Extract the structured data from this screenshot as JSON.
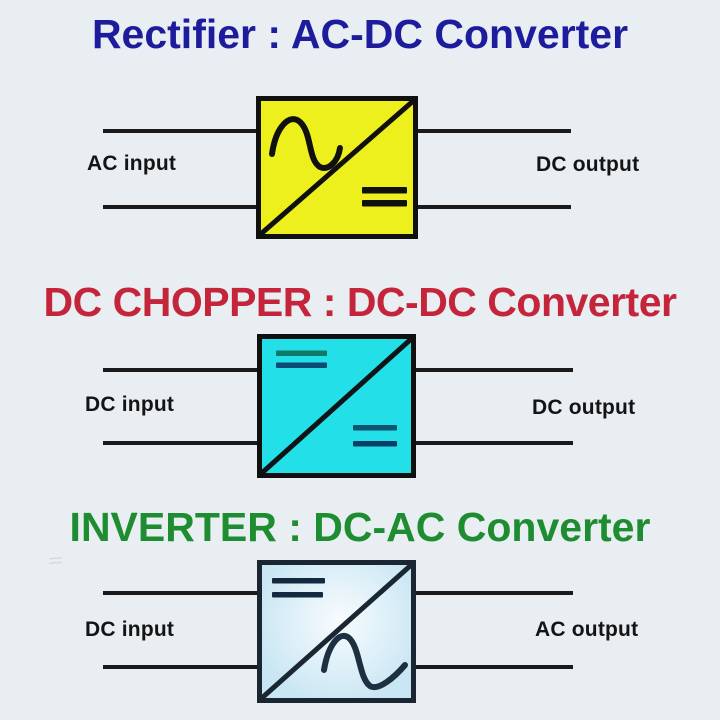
{
  "page": {
    "background": "#e9eef2",
    "wire_color": "#1a1a1a",
    "label_color": "#141414"
  },
  "sections": [
    {
      "name": "rectifier",
      "title": "Rectifier : AC-DC Converter",
      "title_color": "#1c1c9c",
      "input_label": "AC input",
      "output_label": "DC output",
      "box": {
        "fill": "#eef01e",
        "border_color": "#101010",
        "diagonal_color": "#101010",
        "input_symbol": "sine-wave",
        "output_symbol": "dc-double-bar",
        "sine_color": "#101010",
        "dc_bar_color_1": "#101010",
        "dc_bar_color_2": "#101010"
      }
    },
    {
      "name": "dc-chopper",
      "title": "DC CHOPPER : DC-DC Converter",
      "title_color": "#c5253b",
      "input_label": "DC input",
      "output_label": "DC output",
      "box": {
        "fill": "#23dfe8",
        "border_color": "#101010",
        "diagonal_color": "#101418",
        "input_symbol": "dc-double-bar",
        "output_symbol": "dc-double-bar",
        "tl_bar_color_1": "#0f7a68",
        "tl_bar_color_2": "#0d4a74",
        "br_bar_color_1": "#0e5572",
        "br_bar_color_2": "#0d3f66"
      }
    },
    {
      "name": "inverter",
      "title": "INVERTER : DC-AC Converter",
      "title_color": "#1e8c31",
      "input_label": "DC input",
      "output_label": "AC output",
      "box": {
        "fill": "#c9e6f4",
        "border_color": "#1b2633",
        "diagonal_color": "#1b2633",
        "input_symbol": "dc-double-bar",
        "output_symbol": "sine-wave",
        "tl_bar_color": "#13293f",
        "sine_color": "#1d3040"
      }
    }
  ]
}
